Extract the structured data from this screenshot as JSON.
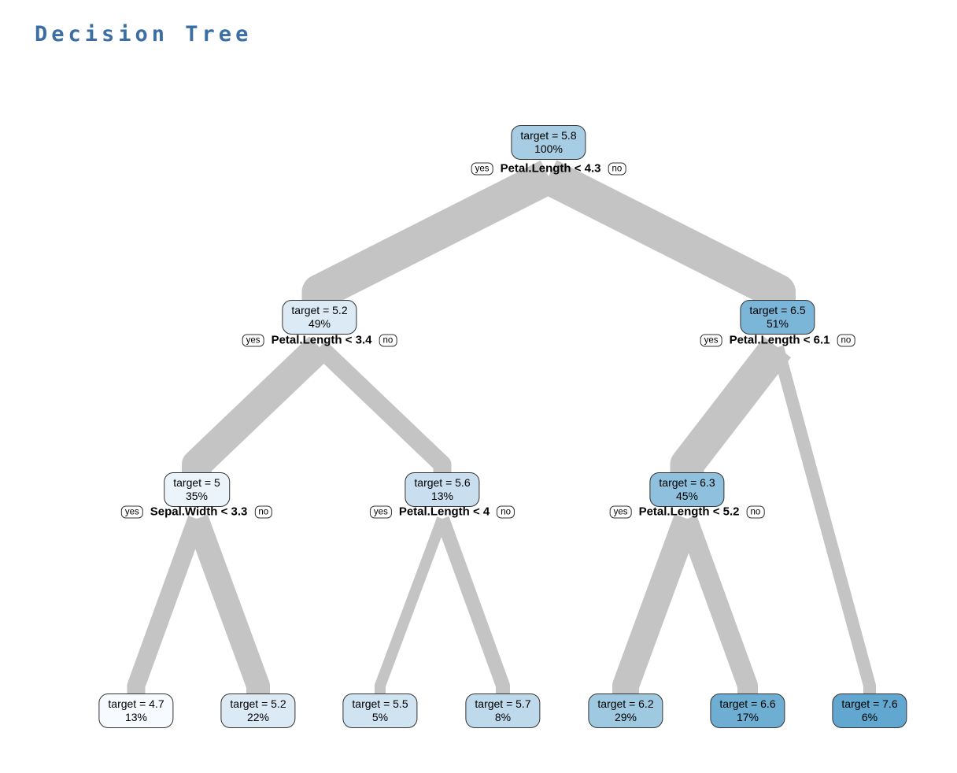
{
  "title": "Decision Tree",
  "colors": {
    "title": "#3A6EA5",
    "branch": "#C4C4C4",
    "node_border": "#333333"
  },
  "edge_labels": {
    "yes": "yes",
    "no": "no"
  },
  "nodes": {
    "root": {
      "label": "target = 5.8",
      "pct": "100%",
      "split": "Petal.Length < 4.3",
      "color": "#A7CDE4"
    },
    "l2_left": {
      "label": "target = 5.2",
      "pct": "49%",
      "split": "Petal.Length < 3.4",
      "color": "#DCEAF6"
    },
    "l2_right": {
      "label": "target = 6.5",
      "pct": "51%",
      "split": "Petal.Length < 6.1",
      "color": "#7BB5D8"
    },
    "l3_a": {
      "label": "target = 5",
      "pct": "35%",
      "split": "Sepal.Width < 3.3",
      "color": "#EBF4FB"
    },
    "l3_b": {
      "label": "target = 5.6",
      "pct": "13%",
      "split": "Petal.Length < 4",
      "color": "#C9DFEF"
    },
    "l3_c": {
      "label": "target = 6.3",
      "pct": "45%",
      "split": "Petal.Length < 5.2",
      "color": "#8FC0DD"
    },
    "leaf1": {
      "label": "target = 4.7",
      "pct": "13%",
      "color": "#F7FBFF"
    },
    "leaf2": {
      "label": "target = 5.2",
      "pct": "22%",
      "color": "#DCEAF6"
    },
    "leaf3": {
      "label": "target = 5.5",
      "pct": "5%",
      "color": "#CFE3F1"
    },
    "leaf4": {
      "label": "target = 5.7",
      "pct": "8%",
      "color": "#BFD9EC"
    },
    "leaf5": {
      "label": "target = 6.2",
      "pct": "29%",
      "color": "#9FC9E1"
    },
    "leaf6": {
      "label": "target = 6.6",
      "pct": "17%",
      "color": "#6FAED3"
    },
    "leaf7": {
      "label": "target = 7.6",
      "pct": "6%",
      "color": "#62A7D0"
    }
  },
  "edges": [
    {
      "from": "root",
      "to": "l2_left",
      "branch": "yes"
    },
    {
      "from": "root",
      "to": "l2_right",
      "branch": "no"
    },
    {
      "from": "l2_left",
      "to": "l3_a",
      "branch": "yes"
    },
    {
      "from": "l2_left",
      "to": "l3_b",
      "branch": "no"
    },
    {
      "from": "l2_right",
      "to": "l3_c",
      "branch": "yes"
    },
    {
      "from": "l2_right",
      "to": "leaf7",
      "branch": "no"
    },
    {
      "from": "l3_a",
      "to": "leaf1",
      "branch": "yes"
    },
    {
      "from": "l3_a",
      "to": "leaf2",
      "branch": "no"
    },
    {
      "from": "l3_b",
      "to": "leaf3",
      "branch": "yes"
    },
    {
      "from": "l3_b",
      "to": "leaf4",
      "branch": "no"
    },
    {
      "from": "l3_c",
      "to": "leaf5",
      "branch": "yes"
    },
    {
      "from": "l3_c",
      "to": "leaf6",
      "branch": "no"
    }
  ]
}
